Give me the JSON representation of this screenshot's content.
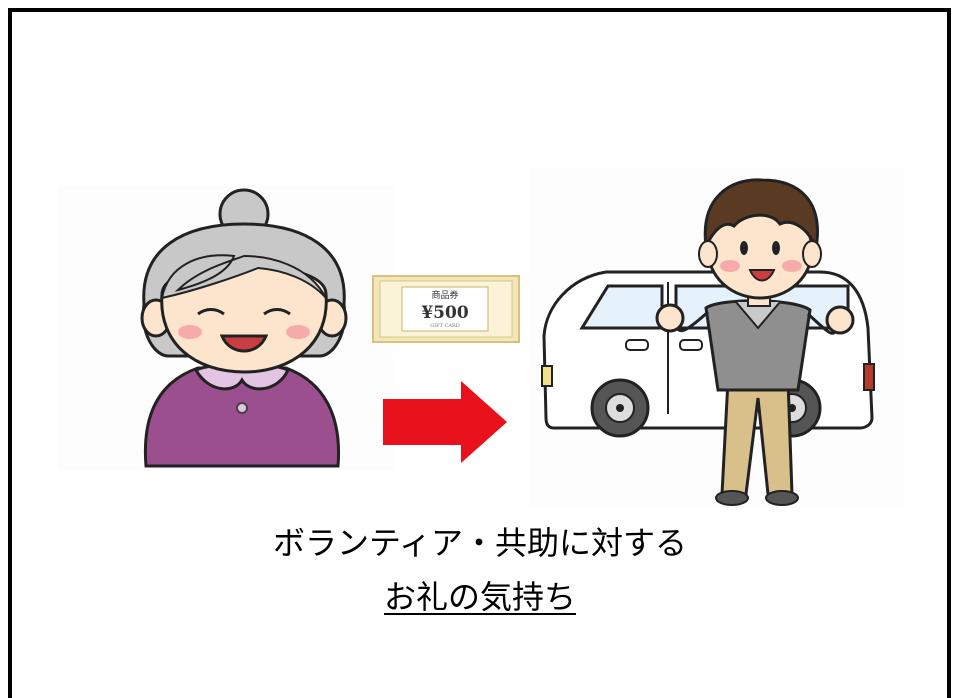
{
  "voucher": {
    "heading": "商品券",
    "amount": "¥500",
    "subtext": "GIFT CARD"
  },
  "caption": {
    "line1": "ボランティア・共助に対する",
    "line2": "お礼の気持ち"
  },
  "colors": {
    "arrow": "#e8101a",
    "dress": "#9b4f8e",
    "collar": "#e3c4e2",
    "hair": "#c8c8c8",
    "skin": "#fde4cc",
    "shirt": "#8f8f8f",
    "pants": "#d9c08a",
    "van": "#ffffff",
    "window": "#e6f2fb"
  },
  "icons": [
    "grandma-illustration",
    "gift-voucher",
    "right-arrow",
    "van-illustration",
    "volunteer-man-illustration"
  ]
}
